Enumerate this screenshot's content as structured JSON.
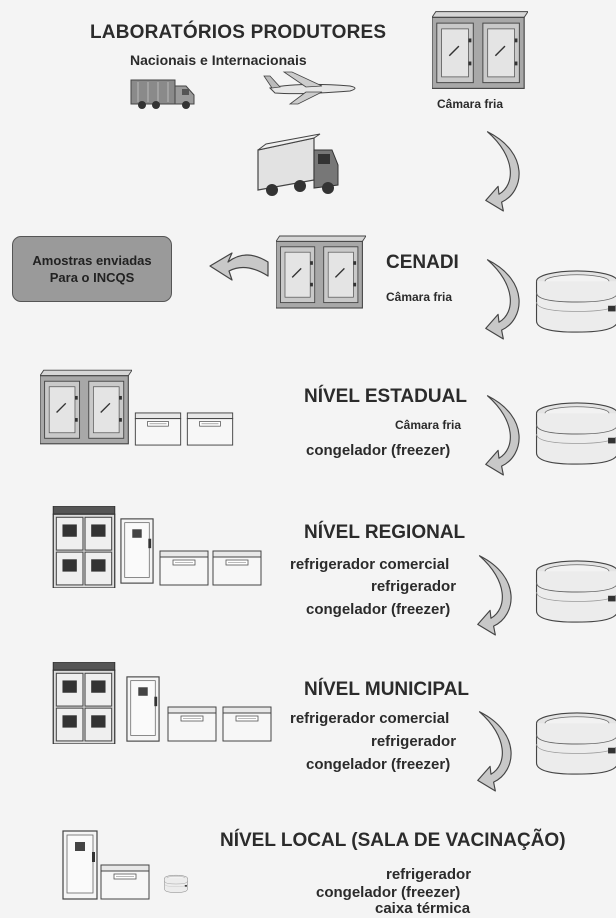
{
  "header": {
    "title": "LABORATÓRIOS PRODUTORES",
    "subtitle": "Nacionais e Internacionais",
    "top_room_label": "Câmara fria"
  },
  "samples_box": {
    "line1": "Amostras enviadas",
    "line2": "Para o INCQS"
  },
  "levels": [
    {
      "title": "CENADI",
      "items": [
        "Câmara fria"
      ]
    },
    {
      "title": "NÍVEL ESTADUAL",
      "items": [
        "Câmara fria",
        "congelador (freezer)"
      ]
    },
    {
      "title": "NÍVEL REGIONAL",
      "items": [
        "refrigerador comercial",
        "refrigerador",
        "congelador (freezer)"
      ]
    },
    {
      "title": "NÍVEL MUNICIPAL",
      "items": [
        "refrigerador comercial",
        "refrigerador",
        "congelador (freezer)"
      ]
    },
    {
      "title": "NÍVEL LOCAL (SALA DE VACINAÇÃO)",
      "items": [
        "refrigerador",
        "congelador (freezer)",
        "caixa térmica"
      ]
    }
  ],
  "colors": {
    "background": "#f4f4f4",
    "box_fill": "#9a9a9a",
    "arrow_fill": "#c8c8c8",
    "stroke": "#444444"
  },
  "icons": [
    "truck-icon",
    "airplane-icon",
    "cold-room-icon",
    "freezer-icon",
    "commercial-fridge-icon",
    "refrigerator-icon",
    "cooler-box-icon",
    "curved-arrow-icon"
  ]
}
